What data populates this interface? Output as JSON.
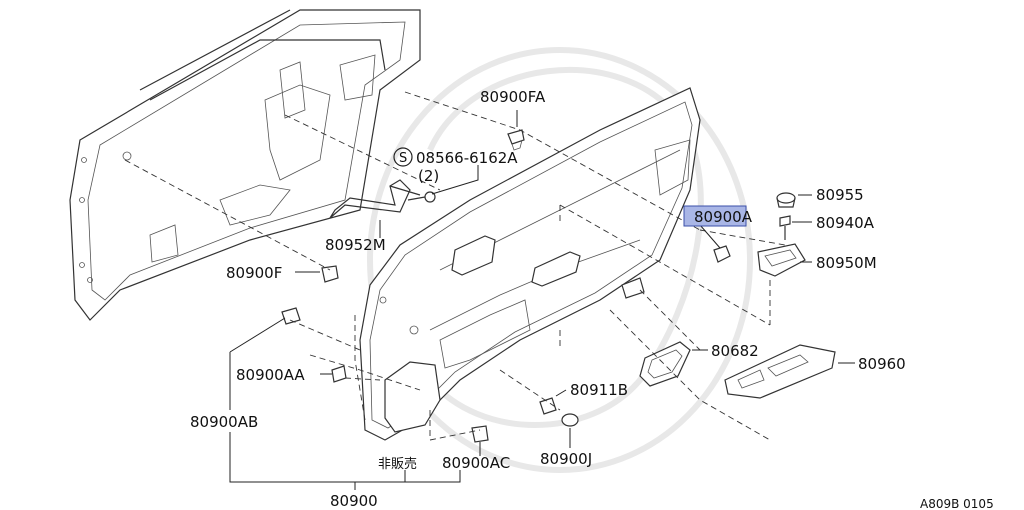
{
  "labels": {
    "p80900FA": "80900FA",
    "p08566": "08566-6162A",
    "p08566_qty": "(2)",
    "p08566_prefix": "S",
    "p80955": "80955",
    "p80900A": "80900A",
    "p80940A": "80940A",
    "p80950M": "80950M",
    "p80952M": "80952M",
    "p80900F": "80900F",
    "p80682": "80682",
    "p80960": "80960",
    "p80900AA": "80900AA",
    "p80911B": "80911B",
    "p80900AB": "80900AB",
    "p80900J": "80900J",
    "p80900AC": "80900AC",
    "not_for_sale": "非販売",
    "p80900": "80900",
    "diagram_ref": "A809B 0105"
  },
  "highlight_color": "#a9b6e6"
}
